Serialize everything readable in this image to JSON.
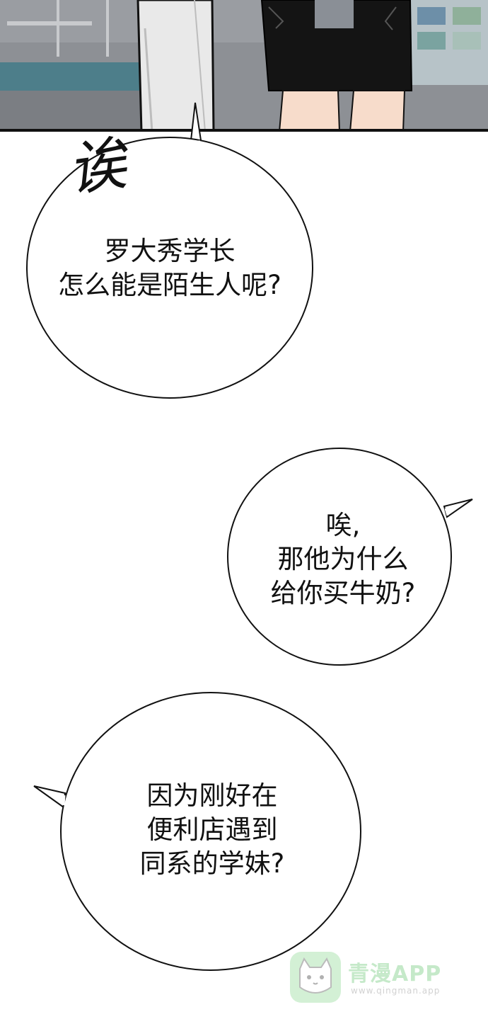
{
  "sfx": "诶",
  "bubbles": [
    {
      "lines": [
        "罗大秀学长",
        "怎么能是陌生人呢?"
      ]
    },
    {
      "lines": [
        "唉,",
        "那他为什么",
        "给你买牛奶?"
      ]
    },
    {
      "lines": [
        "因为刚好在",
        "便利店遇到",
        "同系的学妹?"
      ]
    }
  ],
  "watermark": {
    "title": "青漫APP",
    "url": "www.qingman.app"
  }
}
